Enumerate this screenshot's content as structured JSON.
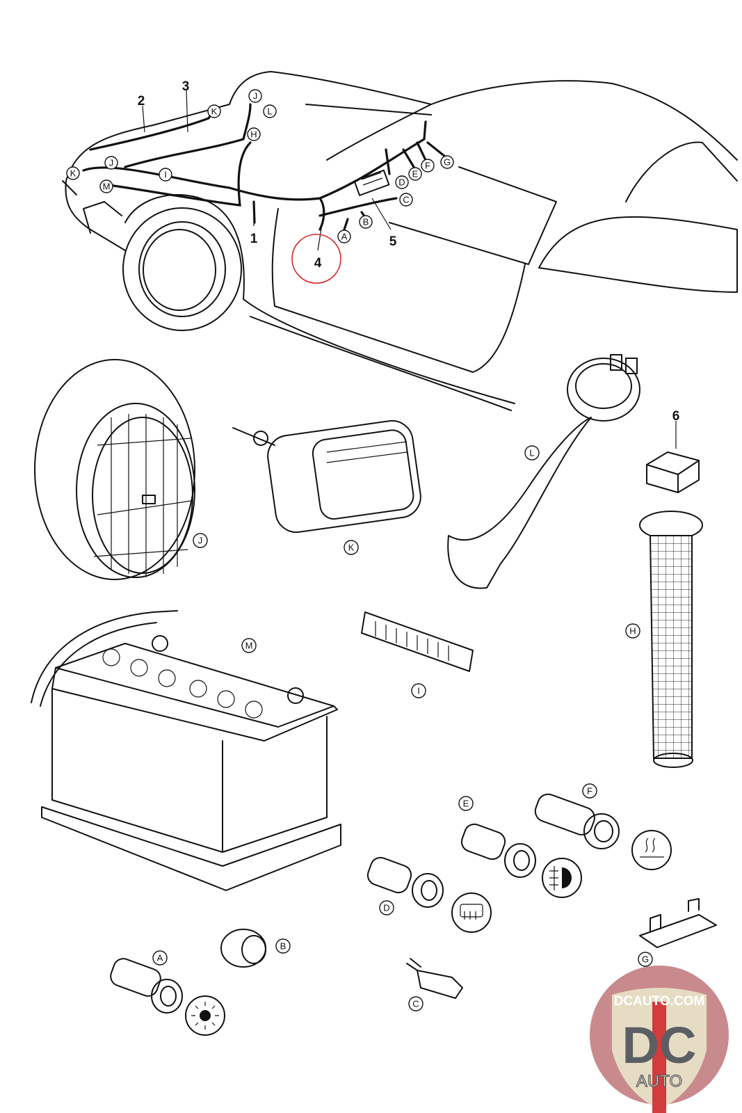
{
  "diagram": {
    "highlight_color": "#d42a2a",
    "part_numbers": [
      "1",
      "2",
      "3",
      "4",
      "5",
      "6"
    ],
    "car_callouts": [
      "K",
      "J",
      "L",
      "H",
      "J",
      "I",
      "K",
      "M",
      "G",
      "F",
      "E",
      "D",
      "C",
      "B",
      "A"
    ],
    "part_callouts": {
      "headlight": "J",
      "fog_light": "K",
      "horn": "L",
      "battery": "M",
      "fuse_box": "I",
      "fuel_sender": "H",
      "switch_f": "F",
      "switch_e": "E",
      "switch_d": "D",
      "switch_b": "B",
      "switch_a": "A",
      "relay_c": "C",
      "relay_g": "G"
    },
    "highlighted_part": "4"
  },
  "watermark": {
    "text_top": "DCAUTO.COM",
    "text_main": "DC",
    "text_bottom": "AUTO",
    "colors": {
      "background": "#c98a8e",
      "shield": "#e6dcc4",
      "letters": "#5b5e63",
      "stripe": "#d23c3c"
    }
  }
}
